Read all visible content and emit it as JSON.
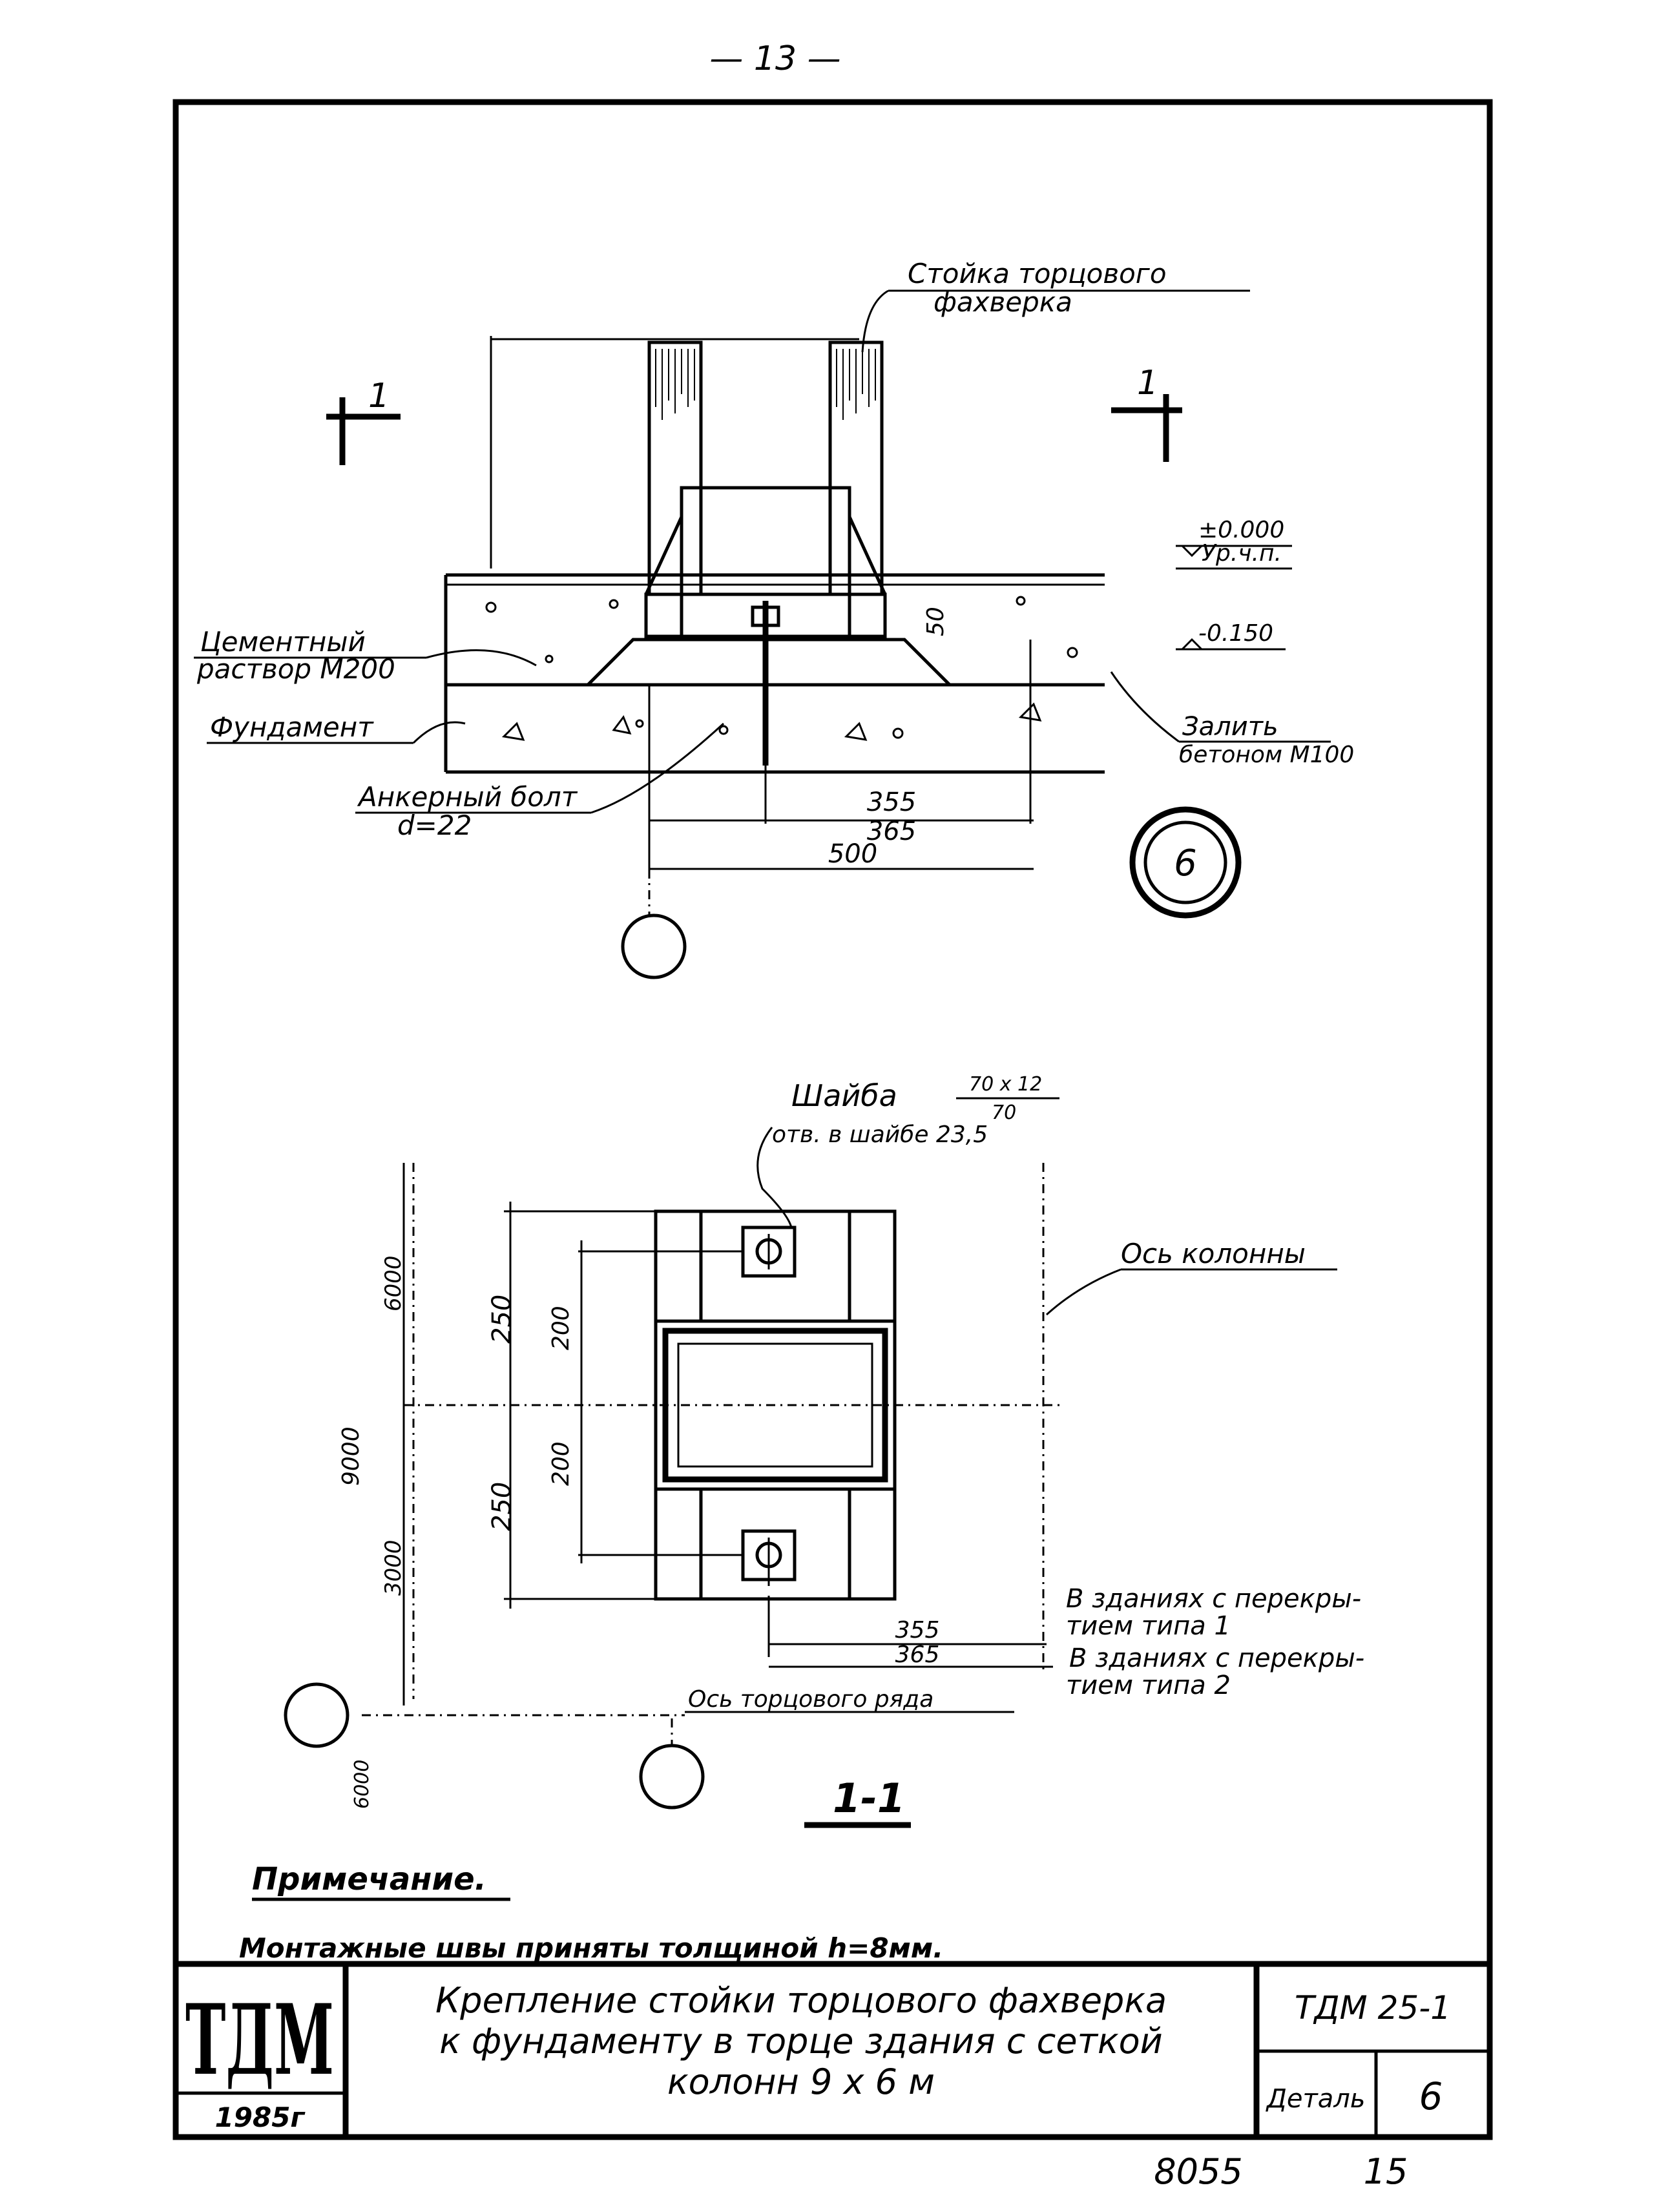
{
  "page": {
    "page_number": "— 13 —",
    "footer_code": "8055",
    "footer_sheet": "15"
  },
  "elevation": {
    "post_label_1": "Стойка торцового",
    "post_label_2": "фахверка",
    "section_mark_left": "1",
    "section_mark_right": "1",
    "level_top": "±0.000",
    "level_top_sub": "Ур.ч.п.",
    "level_bottom": "-0.150",
    "mortar_label_1": "Цементный",
    "mortar_label_2": "раствор М200",
    "foundation_label": "Фундамент",
    "fill_label_1": "Залить",
    "fill_label_2": "бетоном М100",
    "anchor_label_1": "Анкерный болт",
    "anchor_label_2": "d=22",
    "dim_50": "50",
    "dim_355": "355",
    "dim_365": "365",
    "dim_500": "500",
    "detail_mark": "6"
  },
  "plan": {
    "washer_label": "Шайба",
    "washer_size_top": "70 х 12",
    "washer_size_bottom": "70",
    "washer_hole": "отв. в шайбе 23,5",
    "column_axis_label": "Ось колонны",
    "end_row_axis_label": "Ось торцового ряда",
    "dim_6000": "6000",
    "dim_9000": "9000",
    "dim_3000": "3000",
    "dim_6000_b": "6000",
    "dim_250_top": "250",
    "dim_250_bottom": "250",
    "dim_200_top": "200",
    "dim_200_bottom": "200",
    "dim_355": "355",
    "dim_365": "365",
    "note_type1_1": "В зданиях с перекры-",
    "note_type1_2": "тием типа 1",
    "note_type2_1": "В зданиях с перекры-",
    "note_type2_2": "тием типа 2",
    "section_title": "1-1"
  },
  "notes": {
    "heading": "Примечание.",
    "text": "Монтажные швы приняты толщиной h=8мм."
  },
  "title_block": {
    "logo": "ТДМ",
    "year": "1985г",
    "title_line1": "Крепление стойки торцового фахверка",
    "title_line2": "к фундаменту в торце здания с сеткой",
    "title_line3": "колонн 9 х 6 м",
    "series": "ТДМ 25-1",
    "detail_label": "Деталь",
    "detail_value": "6"
  }
}
